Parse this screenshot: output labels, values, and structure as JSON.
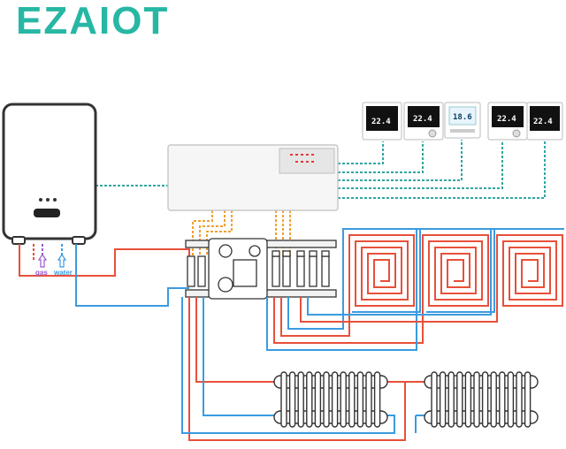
{
  "brand": {
    "name": "EZAIOT",
    "color": "#27b7a4"
  },
  "boiler": {
    "labels": {
      "gas": "gas",
      "water": "water"
    }
  },
  "thermostats": [
    {
      "display": "22.4",
      "screen": "dark"
    },
    {
      "display": "22.4",
      "screen": "dark"
    },
    {
      "display": "18.6",
      "screen": "light"
    },
    {
      "display": "22.4",
      "screen": "dark"
    },
    {
      "display": "22.4",
      "screen": "dark"
    }
  ],
  "colors": {
    "supply": "#e8503a",
    "return": "#3b9be0",
    "gas": "#9b59d0",
    "control_wire": "#31a6a2",
    "actuator_wire": "#f0a030",
    "device_outline": "#333333"
  }
}
